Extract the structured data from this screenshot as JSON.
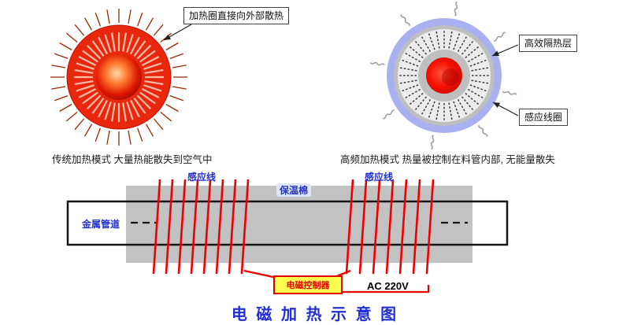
{
  "page": {
    "title": "电 磁 加 热 示 意 图"
  },
  "left_diagram": {
    "callout": "加热圈直接向外部散热",
    "caption": "传统加热模式 大量热能散失到空气中"
  },
  "right_diagram": {
    "insulation_label": "高效隔热层",
    "coil_label": "感应线圈",
    "caption": "高频加热模式 热量被控制在料管内部, 无能量散失"
  },
  "pipe_diagram": {
    "induction_wire_left": "感应线",
    "induction_wire_right": "感应线",
    "insulation_cotton": "保温棉",
    "metal_pipe": "金属管道",
    "controller": "电磁控制器",
    "power": "AC 220V"
  },
  "colors": {
    "coil_red": "#ee0000",
    "heater_red": "#e8270c",
    "controller_yellow": "#ffff4f",
    "insulation_gray": "#c2c2c2",
    "thermal_ring_blue": "#a9b0f0",
    "title_blue": "#2230d2",
    "label_blue": "#2330cc"
  }
}
